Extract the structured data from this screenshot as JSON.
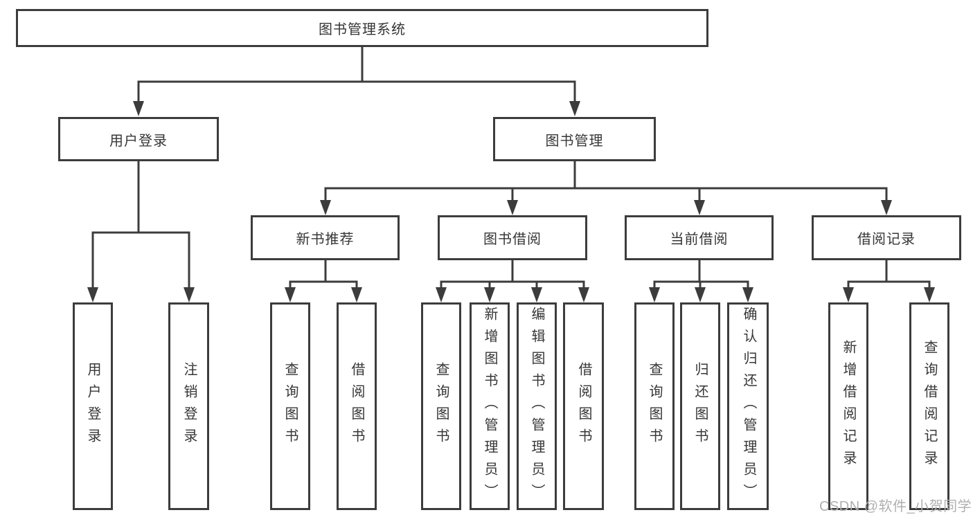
{
  "diagram": {
    "root": {
      "label": "图书管理系统"
    },
    "level2": {
      "user_login": {
        "label": "用户登录"
      },
      "book_management": {
        "label": "图书管理"
      }
    },
    "level3": {
      "new_book_recommend": {
        "label": "新书推荐"
      },
      "book_borrow": {
        "label": "图书借阅"
      },
      "current_borrow": {
        "label": "当前借阅"
      },
      "borrow_record": {
        "label": "借阅记录"
      }
    },
    "leaves": {
      "user_login": {
        "label": "用户登录"
      },
      "logout": {
        "label": "注销登录"
      },
      "recommend_query_book": {
        "label": "查询图书"
      },
      "recommend_borrow_book": {
        "label": "借阅图书"
      },
      "borrow_query_book": {
        "label": "查询图书"
      },
      "borrow_add_book": {
        "label": "新增图书（管理员）"
      },
      "borrow_edit_book": {
        "label": "编辑图书（管理员）"
      },
      "borrow_borrow_book": {
        "label": "借阅图书"
      },
      "current_query_book": {
        "label": "查询图书"
      },
      "current_return_book": {
        "label": "归还图书"
      },
      "current_confirm_return": {
        "label": "确认归还（管理员）"
      },
      "record_add_record": {
        "label": "新增借阅记录"
      },
      "record_query_record": {
        "label": "查询借阅记录"
      }
    },
    "colors": {
      "line": "#3c3c3c",
      "text": "#363636",
      "background": "#ffffff",
      "watermark": "#b0b0b0"
    },
    "watermark": "CSDN @软件_小贺同学"
  }
}
